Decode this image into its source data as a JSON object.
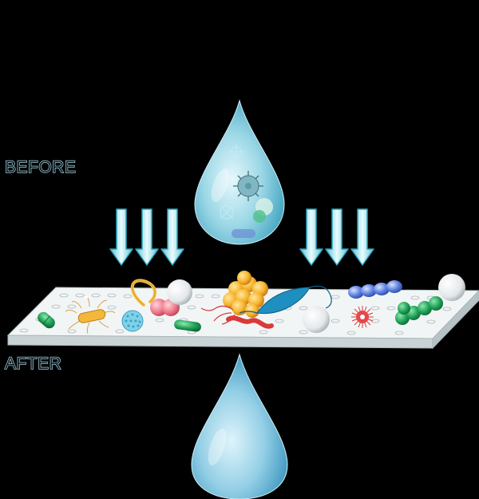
{
  "labels": {
    "before": "BEFORE",
    "after": "AFTER"
  },
  "colors": {
    "background": "#000000",
    "label_outline": "#bfe6f0",
    "drop_water": "#9bd7e6",
    "arrow_fill": "#bff0f7",
    "arrow_outline": "#2aa6bf",
    "filter_top": "#f2f5f6",
    "filter_side": "#c9d3d6"
  },
  "icons": [
    "water-drop-contaminated",
    "water-drop-clean",
    "down-arrow",
    "filter-membrane",
    "virus",
    "bacterium",
    "protozoan",
    "spore",
    "particle"
  ]
}
